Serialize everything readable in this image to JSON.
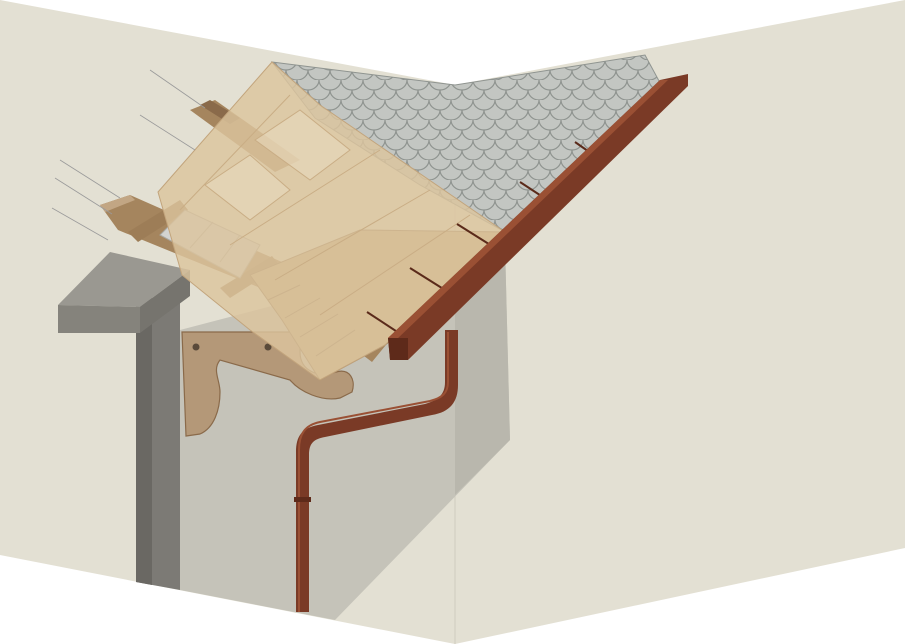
{
  "diagram": {
    "kind": "cutaway roof eave and gutter construction detail",
    "labels": [],
    "components": [
      {
        "id": "background-wall-left",
        "label": ""
      },
      {
        "id": "background-wall-right",
        "label": ""
      },
      {
        "id": "building-wall",
        "label": ""
      },
      {
        "id": "cornice-ledge",
        "label": ""
      },
      {
        "id": "roof-sheathing",
        "label": ""
      },
      {
        "id": "rafters",
        "label": ""
      },
      {
        "id": "fish-scale-shingles",
        "label": ""
      },
      {
        "id": "eave-gutter",
        "label": ""
      },
      {
        "id": "downspout",
        "label": ""
      },
      {
        "id": "decorative-bracket",
        "label": ""
      }
    ],
    "colors": {
      "background_wall": "#e3e0d3",
      "building_wall": "#c4c2b8",
      "pillar_dark": "#7c7a75",
      "cornice": "#8f8d86",
      "sheathing": "#dcc49e",
      "wood": "#b99c74",
      "wood_dark": "#8a6a4a",
      "shingle": "#c2c5c1",
      "shingle_stroke": "#8f9490",
      "gutter": "#7a3a26",
      "gutter_light": "#9a5034"
    }
  }
}
